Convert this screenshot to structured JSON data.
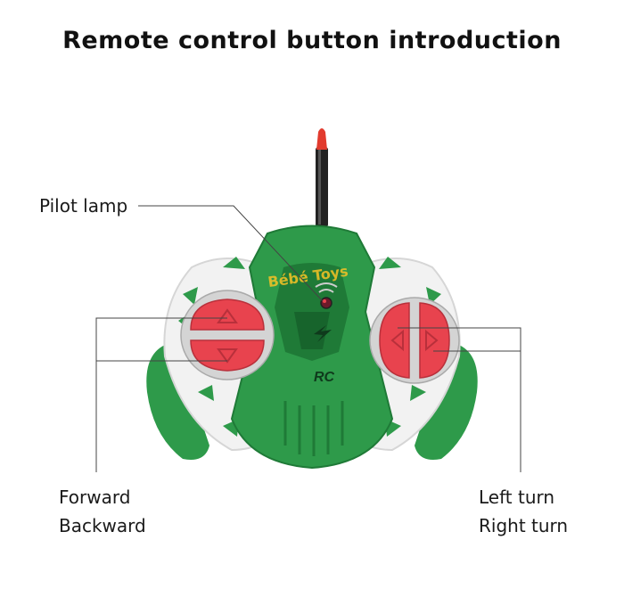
{
  "title": "Remote control button introduction",
  "labels": {
    "pilot_lamp": "Pilot lamp",
    "forward": "Forward",
    "backward": "Backward",
    "left_turn": "Left turn",
    "right_turn": "Right turn"
  },
  "watermark": "Bébé Toys",
  "device_badge": "RC",
  "colors": {
    "body_green": "#2e9a4a",
    "dark_green": "#1f7a37",
    "shell_white": "#f2f2f2",
    "button_red": "#e8434e",
    "antenna_tip": "#e23b2e"
  }
}
